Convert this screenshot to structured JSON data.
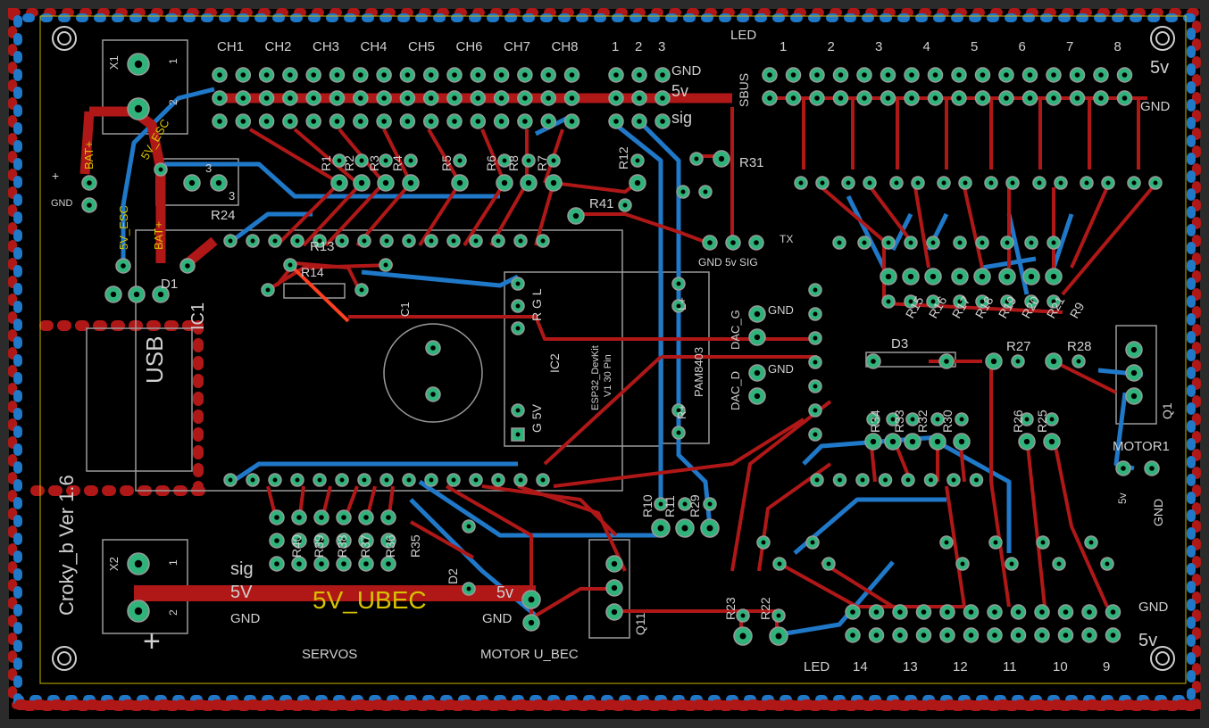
{
  "board": {
    "title": "Croky_b Ver 1.6",
    "colors": {
      "background": "#000000",
      "frame": "#2b2b2b",
      "top_copper": "#b01818",
      "bottom_copper": "#1f78c8",
      "pad": "#2fb37a",
      "silk": "#d0d0d0",
      "dim_silk": "#9a9a9a",
      "yellow_text": "#d7c200",
      "highlight": "#ff4020"
    }
  },
  "labels": {
    "ch": [
      "CH1",
      "CH2",
      "CH3",
      "CH4",
      "CH5",
      "CH6",
      "CH7",
      "CH8"
    ],
    "sbus_nums": [
      "1",
      "2",
      "3"
    ],
    "gnd": "GND",
    "v5": "5v",
    "v5_big": "5V",
    "sig": "sig",
    "sbus": "SBUS",
    "led": "LED",
    "top_nums": [
      "1",
      "2",
      "3",
      "4",
      "5",
      "6",
      "7",
      "8"
    ],
    "bottom_nums": [
      "14",
      "13",
      "12",
      "11",
      "10",
      "9"
    ],
    "x1": "X1",
    "x2": "X2",
    "bat_plus": "BAT+",
    "esc_5v": "5V_ESC",
    "esc_5v_2": "5V_ESC",
    "bat_plus_2": "BAT+",
    "r24": "R24",
    "d1": "D1",
    "ic1": "IC1",
    "usb": "USB",
    "c1": "C1",
    "r13": "R13",
    "r14": "R14",
    "esp_lines": [
      "ESP32_DevKit",
      "V1 30 Pin"
    ],
    "ic2": "IC2",
    "rgl": "R G L",
    "g5v": "G 5V",
    "pam": "PAM8403",
    "lplus": "L+",
    "rplus": "R+",
    "dac_d": "DAC_D",
    "dac_g": "DAC_G",
    "tx": "TX",
    "gnd_5v_sig": "GND 5v SIG",
    "r31": "R31",
    "r41": "R41",
    "r12": "R12",
    "d3": "D3",
    "r27": "R27",
    "r28": "R28",
    "q1": "Q1",
    "motor1": "MOTOR1",
    "gnd_vert": "GND",
    "v5_small": "5v",
    "r_top_small": [
      "R1",
      "R2",
      "R3",
      "R4",
      "R5",
      "R6",
      "R8",
      "R7"
    ],
    "r_right_small": [
      "R15",
      "R16",
      "R17",
      "R18",
      "R19",
      "R20",
      "R21",
      "R9"
    ],
    "r_mid_small": [
      "R34",
      "R33",
      "R32",
      "R30",
      "R26",
      "R25"
    ],
    "r10": "R10",
    "r11": "R11",
    "r29": "R29",
    "r23": "R23",
    "r22": "R22",
    "servo_r": [
      "R40",
      "R39",
      "R38",
      "R37",
      "R36",
      "R35"
    ],
    "d2": "D2",
    "q11": "Q11",
    "ubec": "5V_UBEC",
    "servos": "SERVOS",
    "motor_ubec": "MOTOR U_BEC",
    "one": "1",
    "two": "2",
    "three": "3",
    "plus": "+",
    "gnd_small": "GND",
    "one_small": "1"
  }
}
